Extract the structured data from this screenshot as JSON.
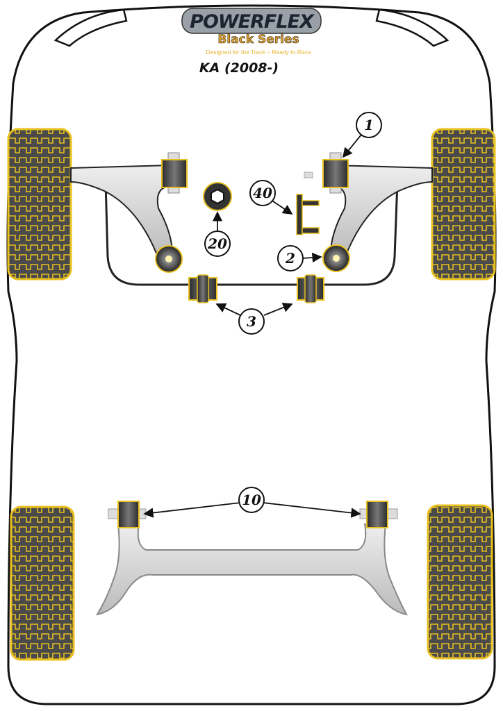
{
  "logo": {
    "brand": "POWERFLEX",
    "series": "Black Series",
    "tagline": "Designed for the Track – Ready to Race"
  },
  "title": "KA (2008-)",
  "callouts": {
    "c1": "1",
    "c2": "2",
    "c3": "3",
    "c10": "10",
    "c20": "20",
    "c40": "40"
  },
  "colors": {
    "bush_yellow": "#e8c020",
    "bush_dark": "#3a3a3a",
    "tyre_dark": "#4a4a4a",
    "arm_gray": "#c8c8c8"
  }
}
